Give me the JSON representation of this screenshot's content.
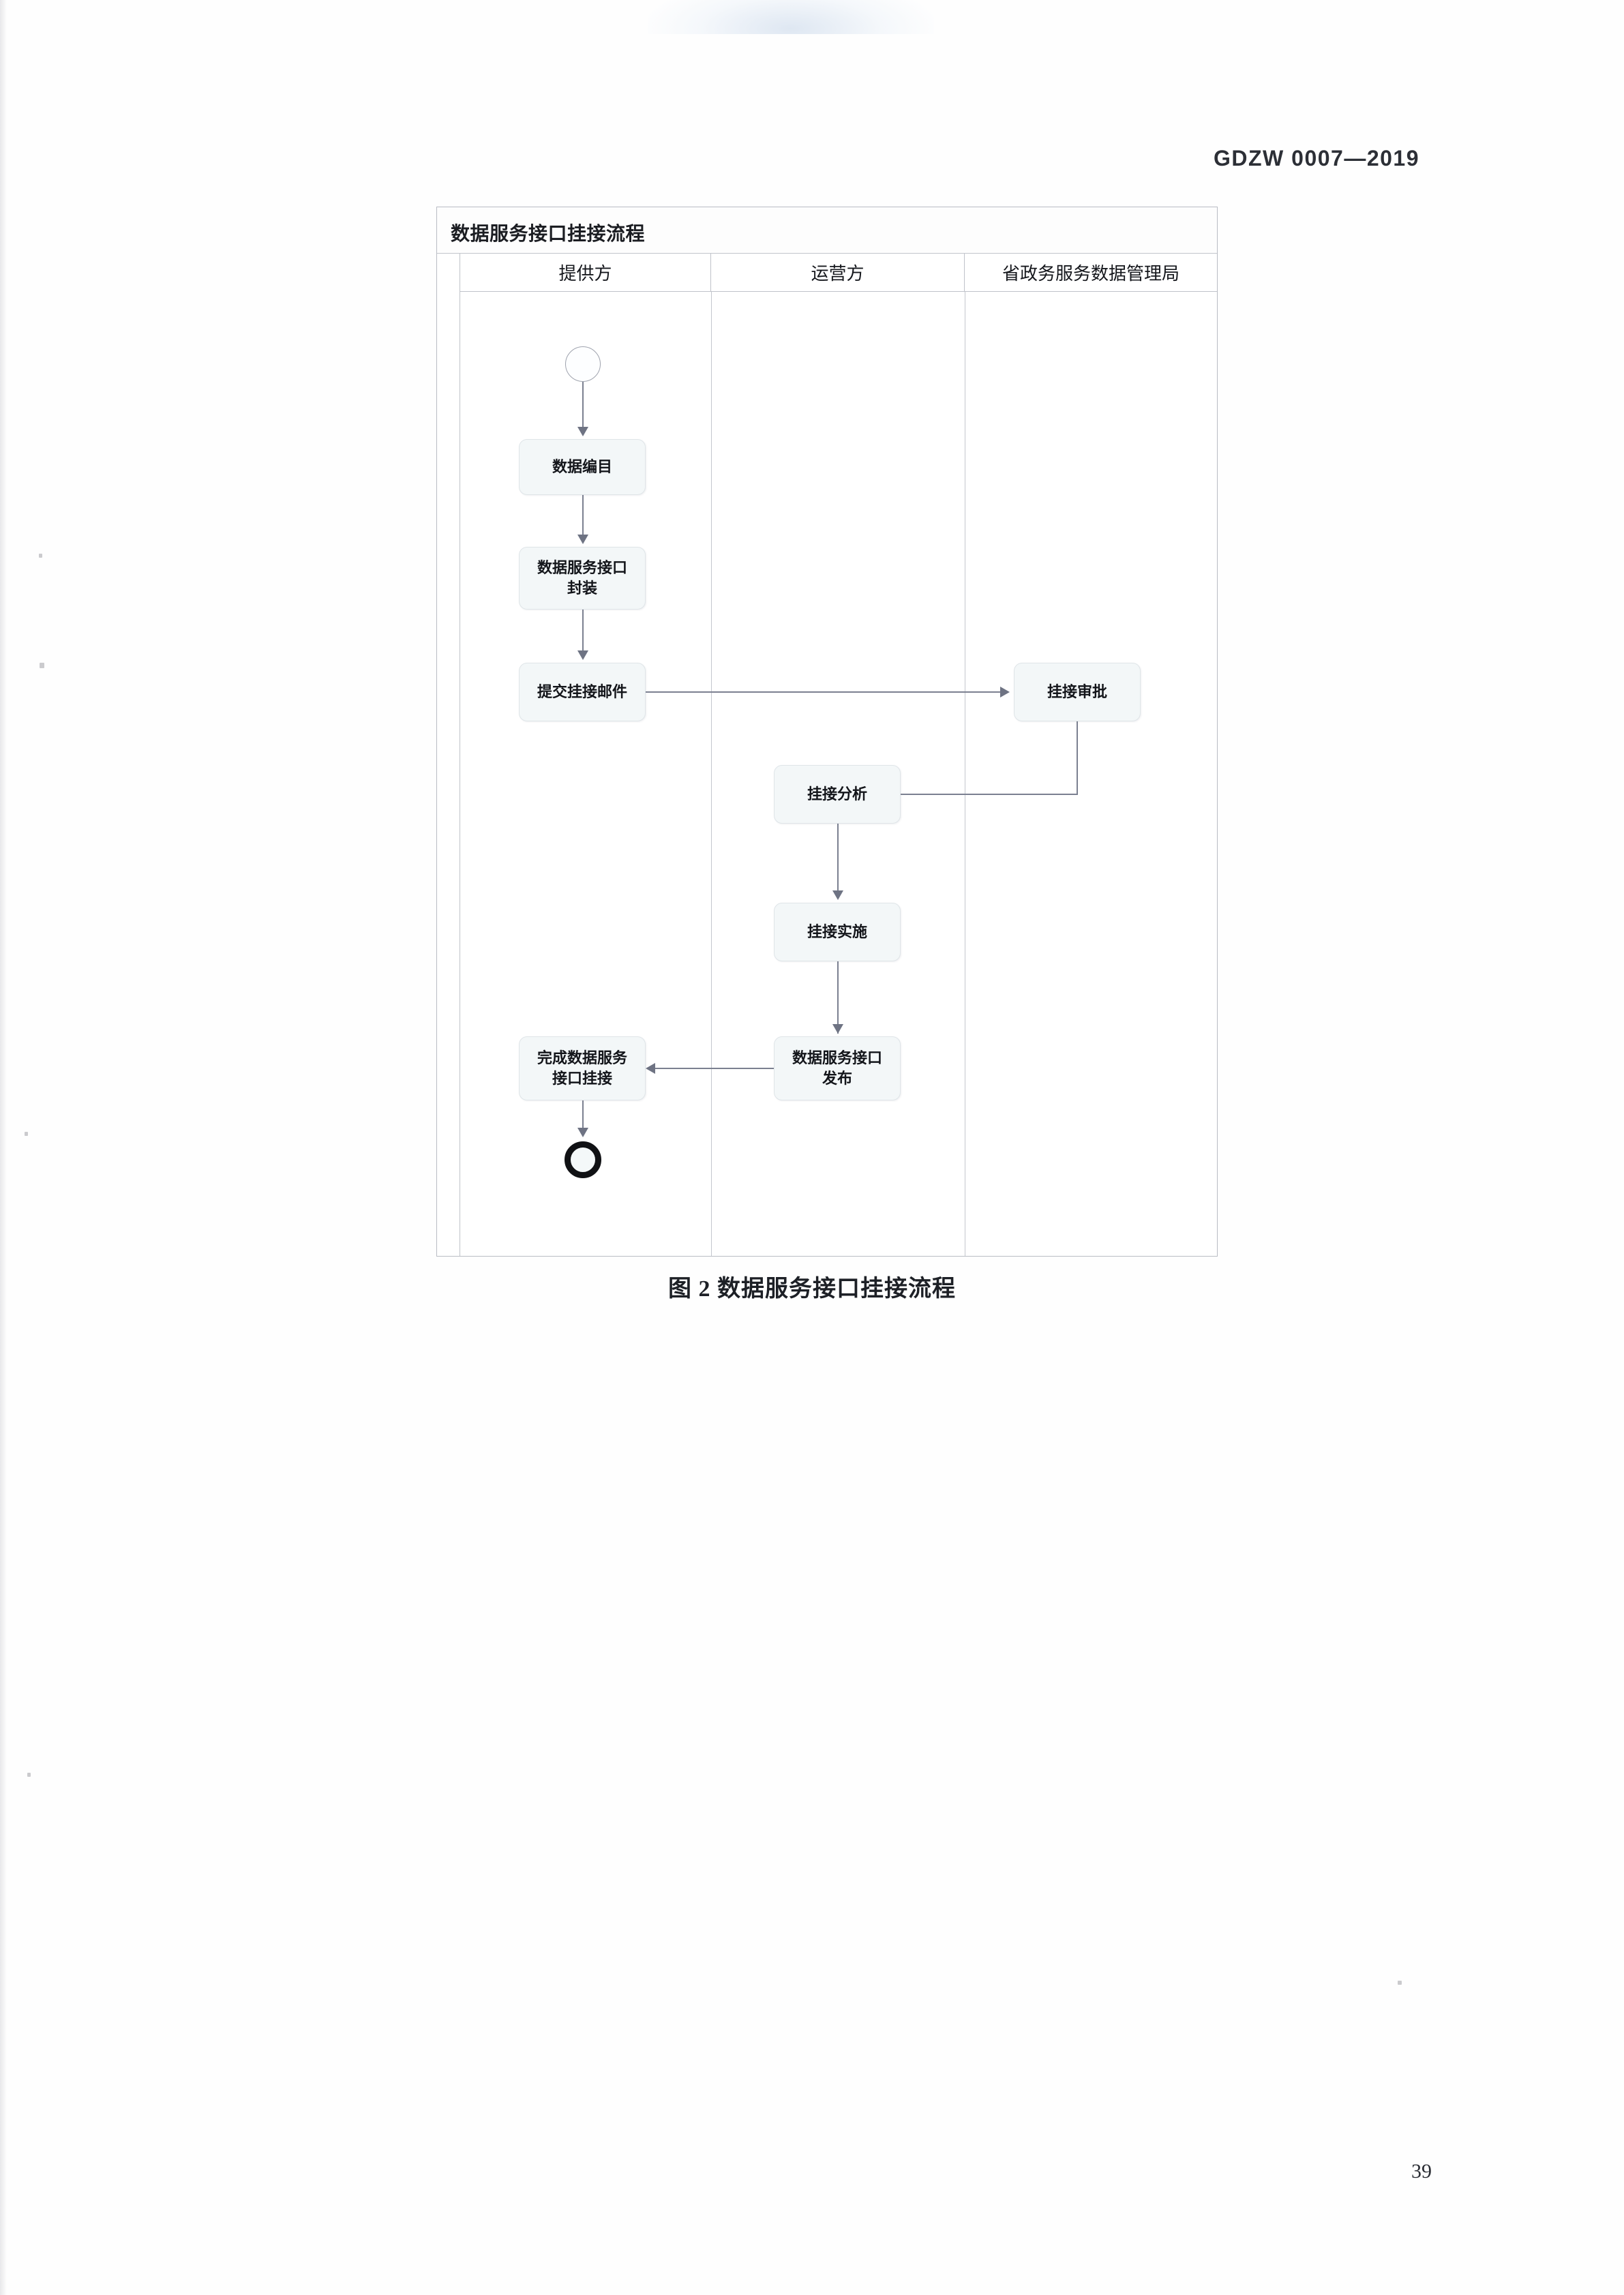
{
  "document": {
    "header_code": "GDZW 0007—2019",
    "page_number": "39",
    "figure_caption": "图 2  数据服务接口挂接流程"
  },
  "diagram": {
    "title": "数据服务接口挂接流程",
    "type": "swimlane-flowchart",
    "lanes": [
      {
        "id": "provider",
        "label": "提供方"
      },
      {
        "id": "operator",
        "label": "运营方"
      },
      {
        "id": "bureau",
        "label": "省政务服务数据管理局"
      }
    ],
    "nodes": [
      {
        "id": "start",
        "lane": "provider",
        "shape": "start-circle",
        "label": ""
      },
      {
        "id": "catalog",
        "lane": "provider",
        "shape": "rounded-rect",
        "label": "数据编目"
      },
      {
        "id": "encapsulate",
        "lane": "provider",
        "shape": "rounded-rect",
        "label": "数据服务接口\n封装",
        "line1": "数据服务接口",
        "line2": "封装"
      },
      {
        "id": "submit-mail",
        "lane": "provider",
        "shape": "rounded-rect",
        "label": "提交挂接邮件"
      },
      {
        "id": "approval",
        "lane": "bureau",
        "shape": "rounded-rect",
        "label": "挂接审批"
      },
      {
        "id": "analysis",
        "lane": "operator",
        "shape": "rounded-rect",
        "label": "挂接分析"
      },
      {
        "id": "implement",
        "lane": "operator",
        "shape": "rounded-rect",
        "label": "挂接实施"
      },
      {
        "id": "publish",
        "lane": "operator",
        "shape": "rounded-rect",
        "label": "数据服务接口\n发布",
        "line1": "数据服务接口",
        "line2": "发布"
      },
      {
        "id": "complete",
        "lane": "provider",
        "shape": "rounded-rect",
        "label": "完成数据服务\n接口挂接",
        "line1": "完成数据服务",
        "line2": "接口挂接"
      },
      {
        "id": "end",
        "lane": "provider",
        "shape": "end-circle",
        "label": ""
      }
    ],
    "edges": [
      {
        "from": "start",
        "to": "catalog",
        "direction": "down"
      },
      {
        "from": "catalog",
        "to": "encapsulate",
        "direction": "down"
      },
      {
        "from": "encapsulate",
        "to": "submit-mail",
        "direction": "down"
      },
      {
        "from": "submit-mail",
        "to": "approval",
        "direction": "right"
      },
      {
        "from": "approval",
        "to": "analysis",
        "direction": "left"
      },
      {
        "from": "analysis",
        "to": "implement",
        "direction": "down"
      },
      {
        "from": "implement",
        "to": "publish",
        "direction": "down"
      },
      {
        "from": "publish",
        "to": "complete",
        "direction": "left"
      },
      {
        "from": "complete",
        "to": "end",
        "direction": "down"
      }
    ]
  },
  "colors": {
    "node_fill": "#f3f7f8",
    "node_border": "#dfe5e8",
    "connector": "#7b8090",
    "frame_border": "#b9bcc4",
    "text": "#13151a"
  }
}
